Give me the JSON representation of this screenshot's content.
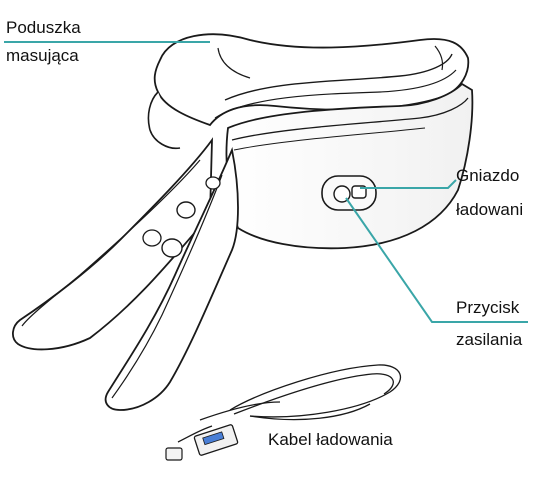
{
  "labels": {
    "massage_pad_line1": "Poduszka",
    "massage_pad_line2": "masująca",
    "charging_port_line1": "Gniazdo",
    "charging_port_line2": "ładowani",
    "power_button_line1": "Przycisk",
    "power_button_line2": "zasilania",
    "charging_cable": "Kabel ładowania"
  },
  "colors": {
    "leader_line": "#3aa6a8",
    "outline": "#1a1a1a",
    "usb_accent": "#4a7fd6"
  }
}
